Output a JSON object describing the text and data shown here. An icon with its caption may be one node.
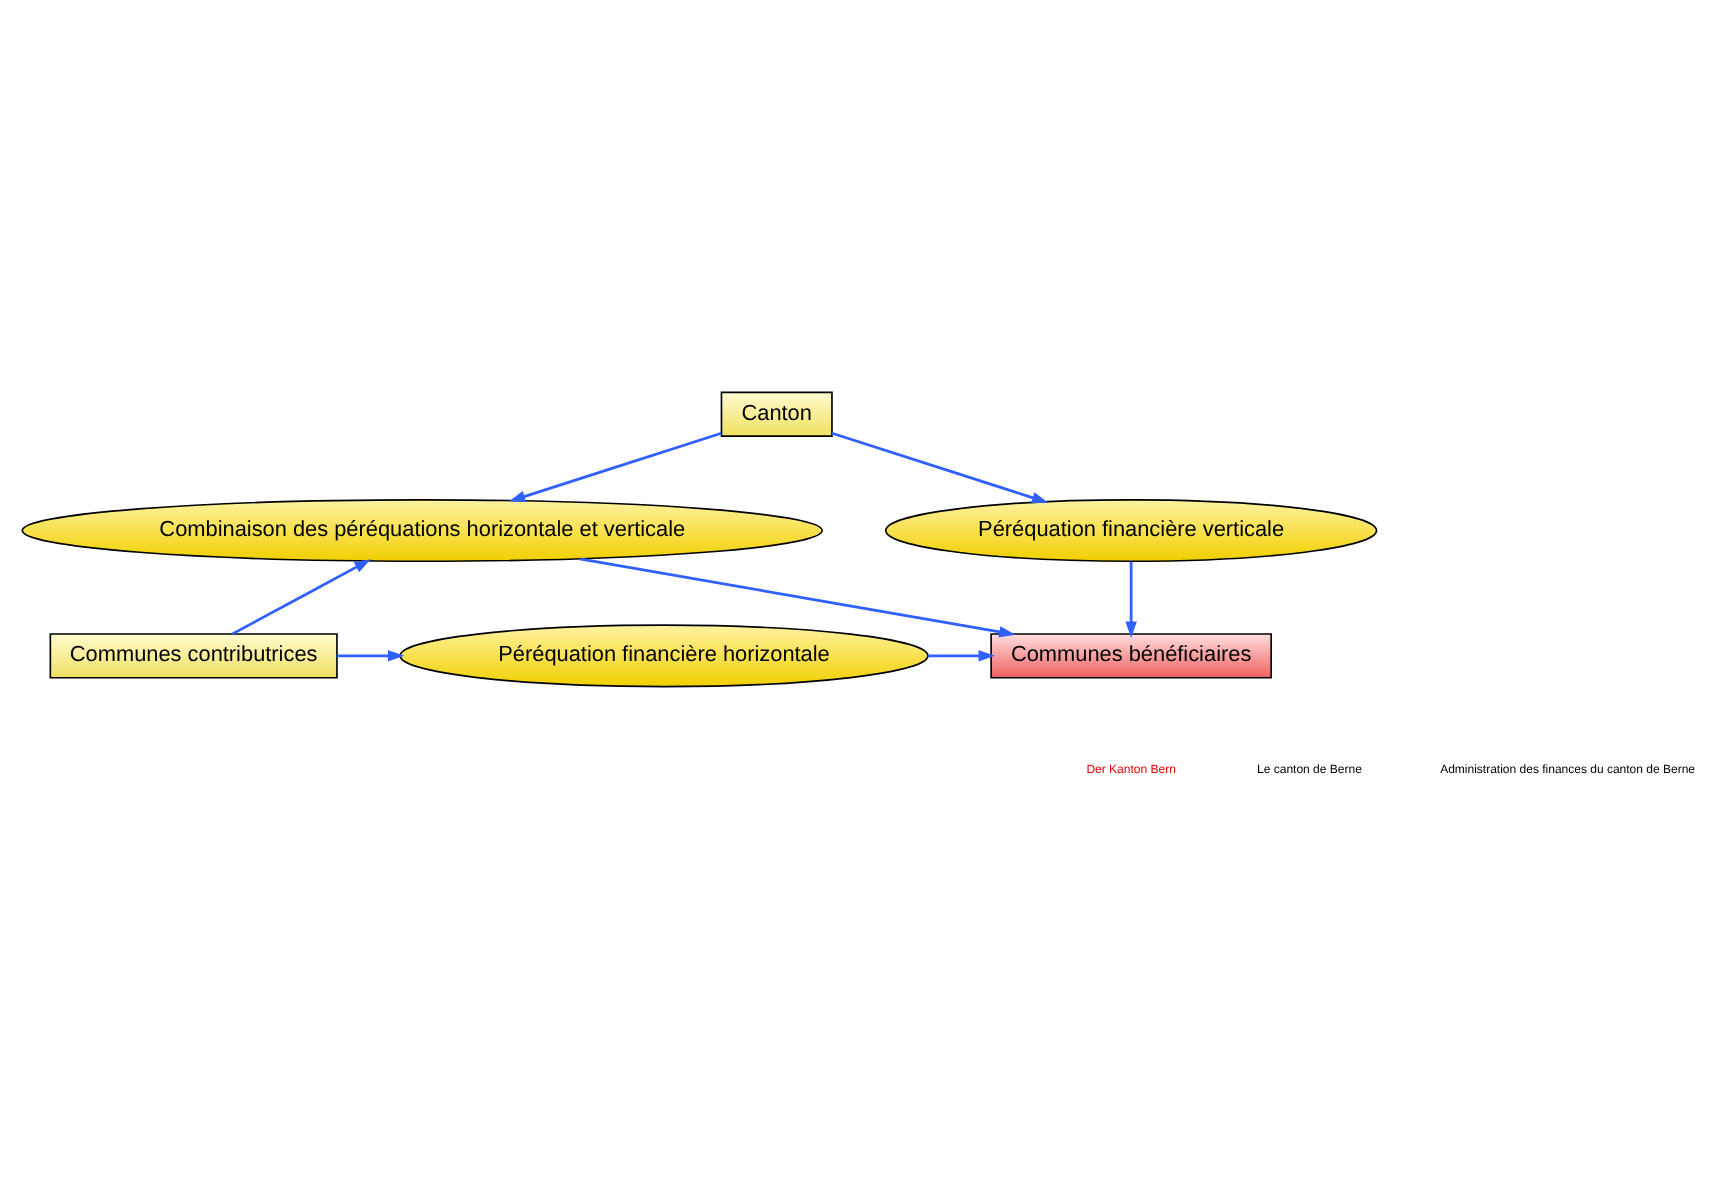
{
  "diagram": {
    "nodes": [
      {
        "text": [
          "Combinaison des péréquations horizontale et verticale"
        ]
      },
      {
        "text": [
          "Canton"
        ]
      },
      {
        "text": [
          "Péréquation financière verticale"
        ]
      },
      {
        "text": [
          "Communes contributrices"
        ]
      },
      {
        "text": [
          "Péréquation financière horizontale"
        ]
      },
      {
        "text": [
          "Communes bénéficiaires"
        ]
      }
    ],
    "edges": [
      {
        "from": 1,
        "to": 0,
        "arrow": "to"
      },
      {
        "from": 1,
        "to": 2,
        "arrow": "to"
      },
      {
        "from": 3,
        "to": 0,
        "arrow": "to"
      },
      {
        "from": 0,
        "to": 5,
        "arrow": "to"
      },
      {
        "from": 2,
        "to": 5,
        "arrow": "to"
      },
      {
        "from": 3,
        "to": 4,
        "arrow": "to"
      },
      {
        "from": 4,
        "to": 5,
        "arrow": "to"
      }
    ],
    "labels": [
      "Der Kanton Bern",
      "Le canton de Berne",
      "Administration des finances du canton de Berne"
    ]
  }
}
